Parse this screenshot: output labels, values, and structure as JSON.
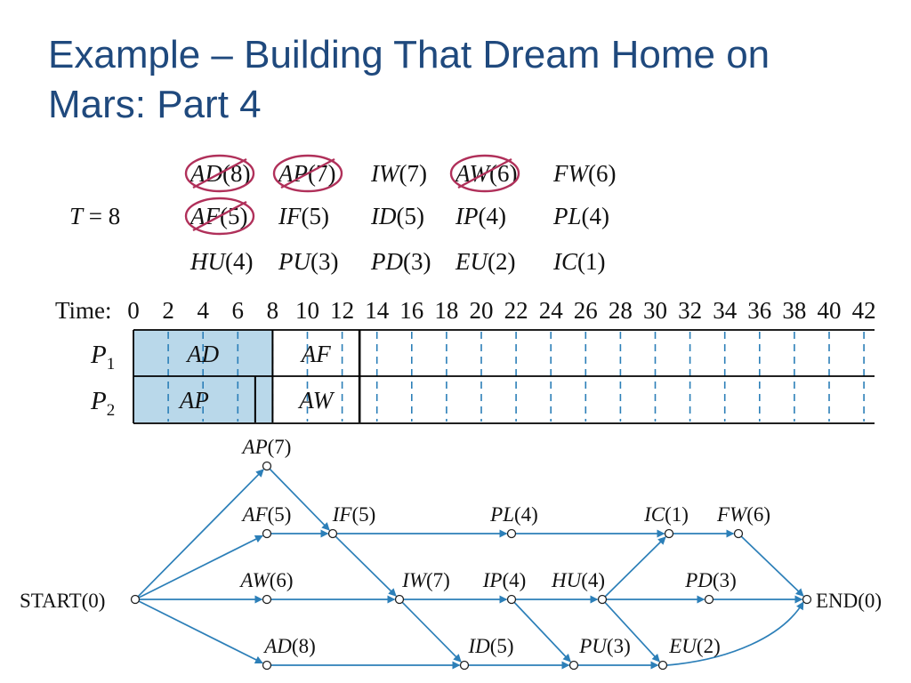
{
  "slide": {
    "title_line1": "Example – Building That Dream Home on",
    "title_line2": "Mars:  Part 4"
  },
  "colors": {
    "title": "#1f497d",
    "accent_blue": "#2c7fb8",
    "fill_light_blue": "#b9d8ea",
    "strike_red": "#b0305a",
    "text": "#111111"
  },
  "priority_list": {
    "t_label": "T = 8",
    "rows": [
      [
        {
          "label": "AD(8)",
          "crossed": true
        },
        {
          "label": "AP(7)",
          "crossed": true
        },
        {
          "label": "IW(7)",
          "crossed": false
        },
        {
          "label": "AW(6)",
          "crossed": true
        },
        {
          "label": "FW(6)",
          "crossed": false
        }
      ],
      [
        {
          "label": "AF(5)",
          "crossed": true
        },
        {
          "label": "IF(5)",
          "crossed": false
        },
        {
          "label": "ID(5)",
          "crossed": false
        },
        {
          "label": "IP(4)",
          "crossed": false
        },
        {
          "label": "PL(4)",
          "crossed": false
        }
      ],
      [
        {
          "label": "HU(4)",
          "crossed": false
        },
        {
          "label": "PU(3)",
          "crossed": false
        },
        {
          "label": "PD(3)",
          "crossed": false
        },
        {
          "label": "EU(2)",
          "crossed": false
        },
        {
          "label": "IC(1)",
          "crossed": false
        }
      ]
    ]
  },
  "timeline": {
    "label": "Time:",
    "current_time": 8,
    "ticks": [
      "0",
      "2",
      "4",
      "6",
      "8",
      "10",
      "12",
      "14",
      "16",
      "18",
      "20",
      "22",
      "24",
      "26",
      "28",
      "30",
      "32",
      "34",
      "36",
      "38",
      "40",
      "42"
    ],
    "processors": [
      {
        "label": "P1",
        "base": "P",
        "sub": "1",
        "tasks": [
          {
            "name": "AD",
            "start": 0,
            "end": 8,
            "done": true
          },
          {
            "name": "AF",
            "start": 8,
            "end": 13,
            "done": false
          }
        ]
      },
      {
        "label": "P2",
        "base": "P",
        "sub": "2",
        "tasks": [
          {
            "name": "AP",
            "start": 0,
            "end": 7,
            "done": true
          },
          {
            "name": "",
            "start": 7,
            "end": 8,
            "done": true
          },
          {
            "name": "AW",
            "start": 8,
            "end": 13,
            "done": false
          }
        ]
      }
    ]
  },
  "digraph": {
    "nodes": [
      {
        "id": "START",
        "label": "START(0)"
      },
      {
        "id": "AP",
        "label": "AP(7)"
      },
      {
        "id": "AF",
        "label": "AF(5)"
      },
      {
        "id": "IF",
        "label": "IF(5)"
      },
      {
        "id": "PL",
        "label": "PL(4)"
      },
      {
        "id": "IC",
        "label": "IC(1)"
      },
      {
        "id": "FW",
        "label": "FW(6)"
      },
      {
        "id": "AW",
        "label": "AW(6)"
      },
      {
        "id": "IW",
        "label": "IW(7)"
      },
      {
        "id": "IP",
        "label": "IP(4)"
      },
      {
        "id": "HU",
        "label": "HU(4)"
      },
      {
        "id": "PD",
        "label": "PD(3)"
      },
      {
        "id": "END",
        "label": "END(0)"
      },
      {
        "id": "AD",
        "label": "AD(8)"
      },
      {
        "id": "ID",
        "label": "ID(5)"
      },
      {
        "id": "PU",
        "label": "PU(3)"
      },
      {
        "id": "EU",
        "label": "EU(2)"
      }
    ],
    "edges": [
      [
        "START",
        "AP"
      ],
      [
        "START",
        "AF"
      ],
      [
        "START",
        "AW"
      ],
      [
        "START",
        "AD"
      ],
      [
        "AP",
        "IF"
      ],
      [
        "AF",
        "IF"
      ],
      [
        "IF",
        "PL"
      ],
      [
        "IF",
        "IW"
      ],
      [
        "PL",
        "IC"
      ],
      [
        "IC",
        "FW"
      ],
      [
        "FW",
        "END"
      ],
      [
        "AW",
        "IW"
      ],
      [
        "IW",
        "IP"
      ],
      [
        "IW",
        "ID"
      ],
      [
        "IP",
        "HU"
      ],
      [
        "IP",
        "PU"
      ],
      [
        "HU",
        "IC"
      ],
      [
        "HU",
        "PD"
      ],
      [
        "HU",
        "EU"
      ],
      [
        "PD",
        "END"
      ],
      [
        "AD",
        "ID"
      ],
      [
        "ID",
        "PU"
      ],
      [
        "PU",
        "EU"
      ],
      [
        "EU",
        "END"
      ]
    ]
  }
}
